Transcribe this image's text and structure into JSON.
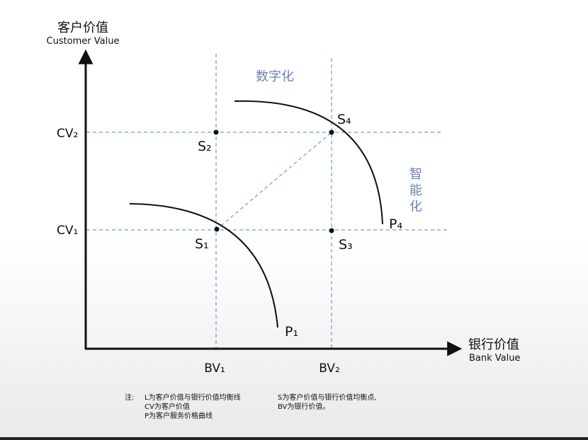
{
  "axes": {
    "y_title_cn": "客户价值",
    "y_title_en": "Customer Value",
    "x_title_cn": "银行价值",
    "x_title_en": "Bank Value"
  },
  "ticks": {
    "cv2": "CV₂",
    "cv1": "CV₁",
    "bv1": "BV₁",
    "bv2": "BV₂"
  },
  "points": {
    "s1": "S₁",
    "s2": "S₂",
    "s3": "S₃",
    "s4": "S₄"
  },
  "curves": {
    "p1": "P₁",
    "p4": "P₄"
  },
  "annotations": {
    "digital": "数字化",
    "smart_1": "智",
    "smart_2": "能",
    "smart_3": "化"
  },
  "notes": {
    "label": "注:",
    "left": [
      "L为客户价值与银行价值均衡线",
      "CV为客户价值",
      "P为客户服务价格曲线"
    ],
    "right": [
      "S为客户价值与银行价值均衡点,",
      "BV为银行价值。"
    ]
  },
  "colors": {
    "dashed": "#4a86d8",
    "accent_text": "#6e7fb8"
  }
}
